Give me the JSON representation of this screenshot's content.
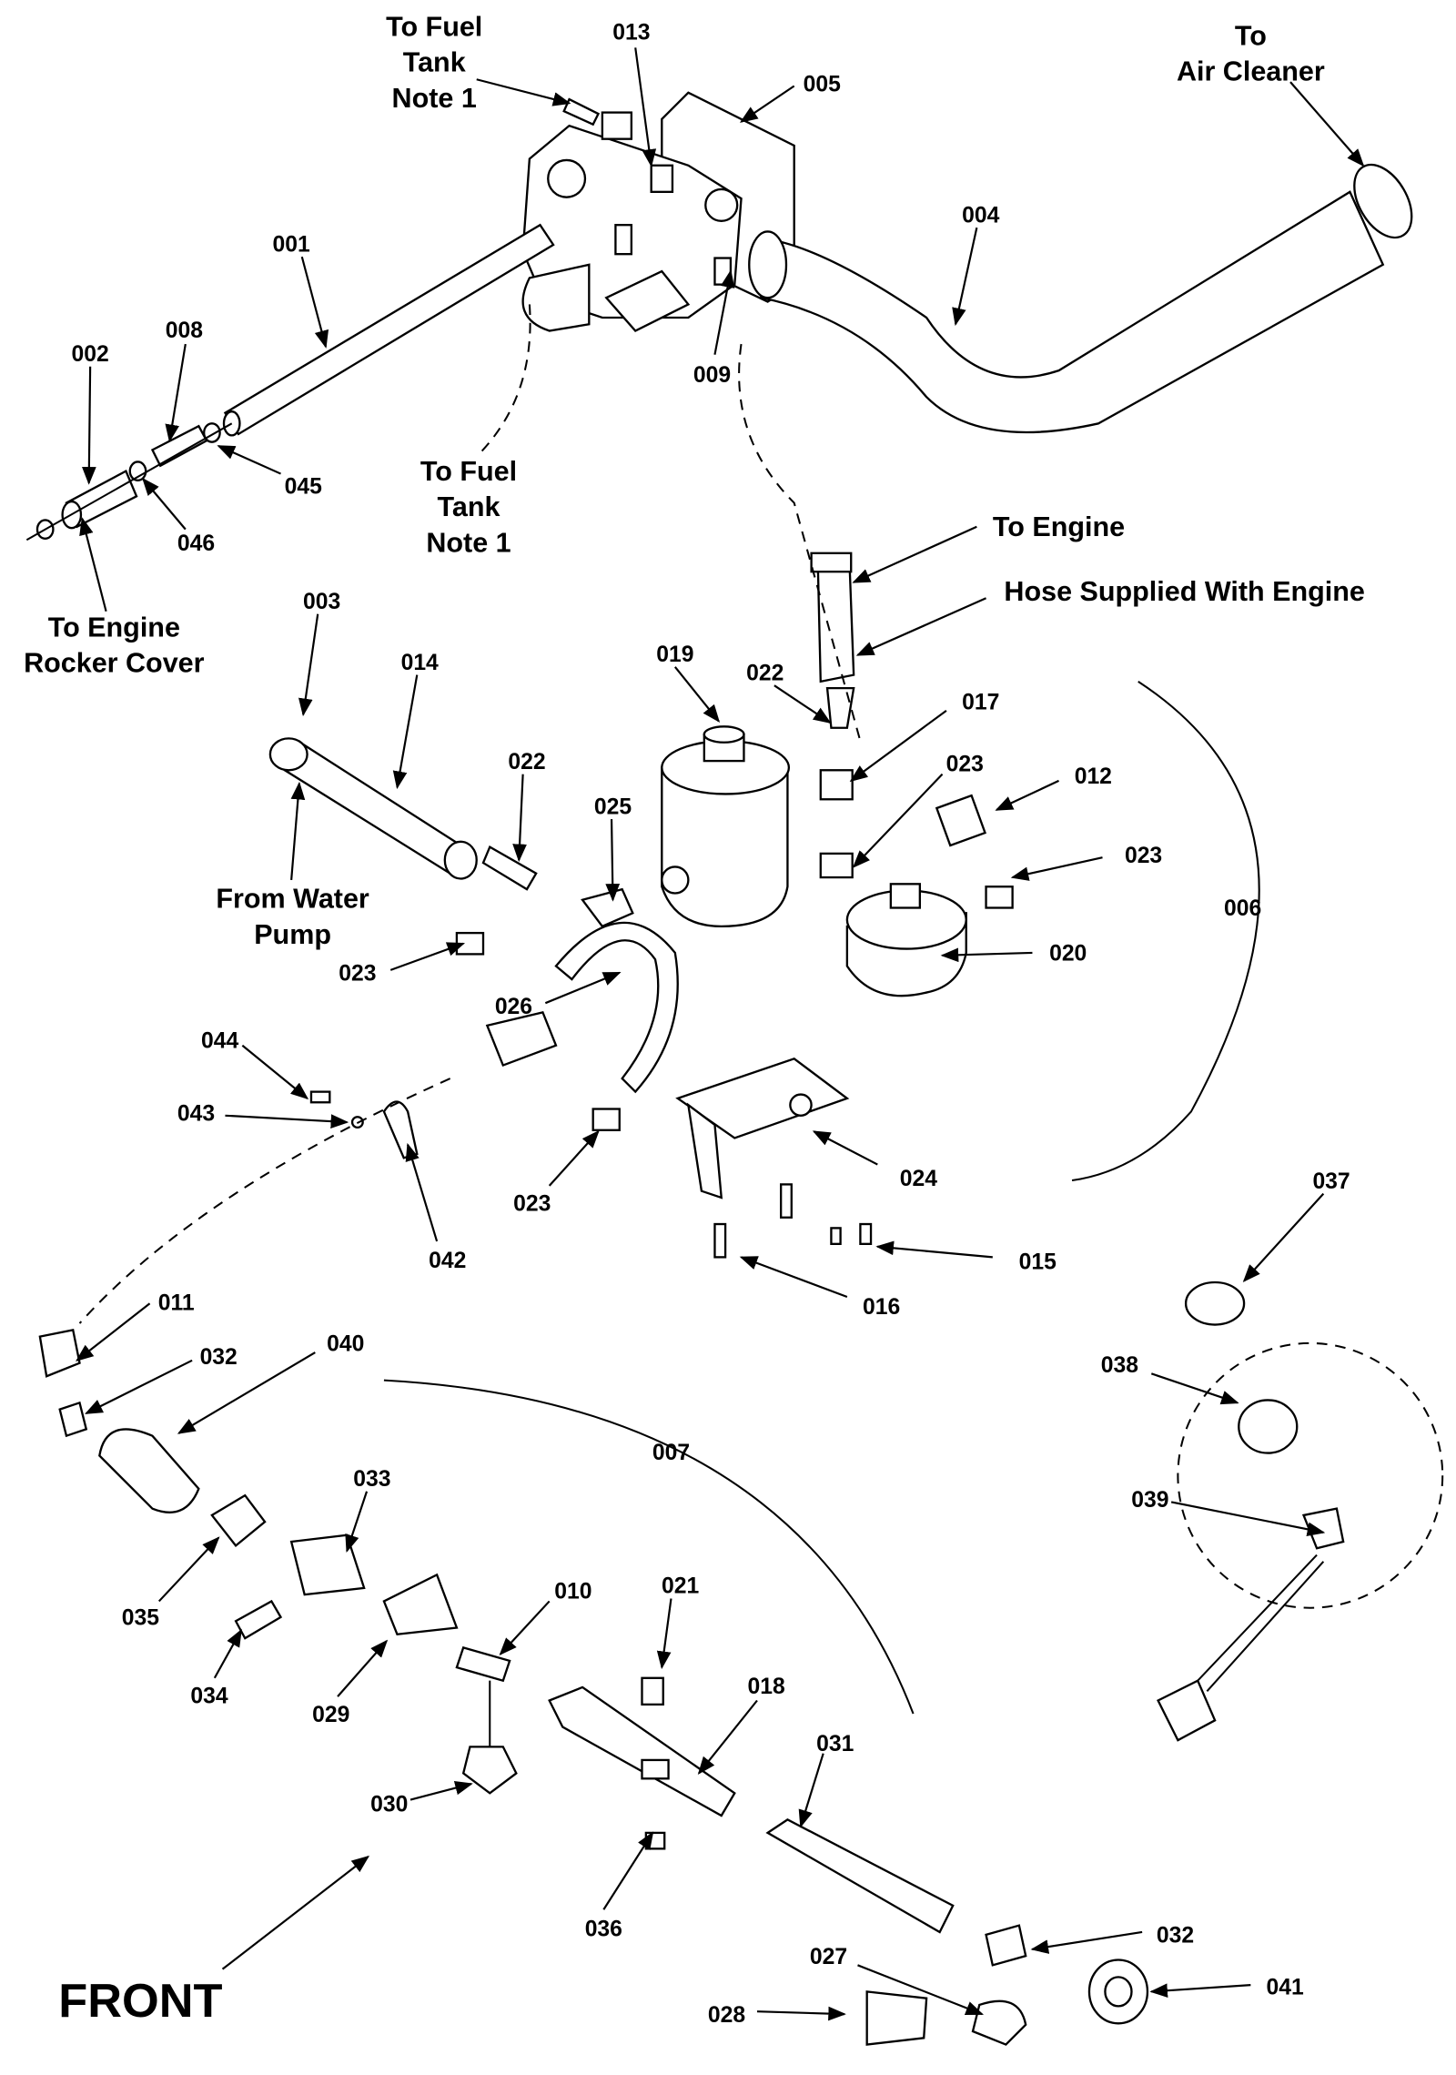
{
  "diagram": {
    "labels": [
      "013",
      "005",
      "004",
      "001",
      "009",
      "008",
      "002",
      "045",
      "046",
      "003",
      "014",
      "019",
      "022",
      "017",
      "023",
      "012",
      "022",
      "025",
      "023",
      "006",
      "020",
      "023",
      "026",
      "044",
      "043",
      "024",
      "023",
      "037",
      "042",
      "015",
      "016",
      "011",
      "040",
      "032",
      "038",
      "007",
      "033",
      "039",
      "010",
      "021",
      "035",
      "018",
      "034",
      "029",
      "031",
      "030",
      "036",
      "032",
      "041",
      "027",
      "028"
    ],
    "notes": {
      "fuel_tank_top": [
        "To Fuel",
        "Tank",
        "Note 1"
      ],
      "fuel_tank_mid": [
        "To Fuel",
        "Tank",
        "Note 1"
      ],
      "air_cleaner": [
        "To",
        "Air Cleaner"
      ],
      "rocker_cover": [
        "To Engine",
        "Rocker Cover"
      ],
      "to_engine": "To Engine",
      "hose": "Hose Supplied With Engine",
      "water_pump": [
        "From Water",
        "Pump"
      ]
    },
    "front_label": "FRONT"
  }
}
